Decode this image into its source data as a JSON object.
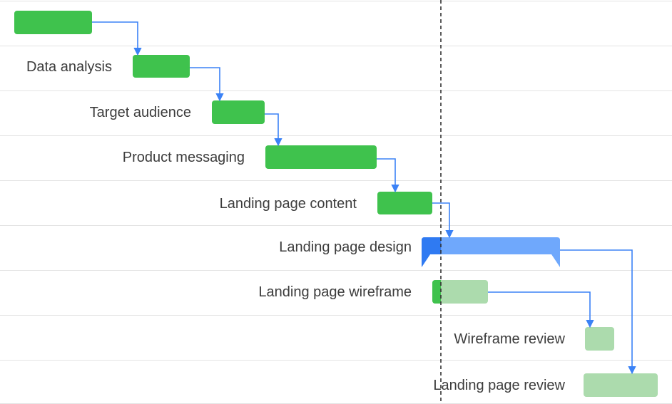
{
  "gantt": {
    "tasks": [
      {
        "id": "t0",
        "label": "",
        "status": "done"
      },
      {
        "id": "t1",
        "label": "Data analysis",
        "status": "done"
      },
      {
        "id": "t2",
        "label": "Target audience",
        "status": "done"
      },
      {
        "id": "t3",
        "label": "Product messaging",
        "status": "done"
      },
      {
        "id": "t4",
        "label": "Landing page content",
        "status": "done"
      },
      {
        "id": "t5",
        "label": "Landing page design",
        "status": "summary",
        "progress": 0.14
      },
      {
        "id": "t6",
        "label": "Landing page wireframe",
        "status": "in-progress",
        "progress": 0.15
      },
      {
        "id": "t7",
        "label": "Wireframe review",
        "status": "planned"
      },
      {
        "id": "t8",
        "label": "Landing page review",
        "status": "planned"
      }
    ],
    "dependencies": [
      [
        "t0",
        "t1"
      ],
      [
        "t1",
        "t2"
      ],
      [
        "t2",
        "t3"
      ],
      [
        "t3",
        "t4"
      ],
      [
        "t4",
        "t5"
      ],
      [
        "t6",
        "t7"
      ],
      [
        "t5",
        "t8"
      ]
    ],
    "today_marker": true,
    "colors": {
      "done": "#3fc24d",
      "planned": "#acdbad",
      "summary": "#6fa8fc",
      "summary_progress": "#2f7af2",
      "dependency_arrow": "#3b82f6",
      "today_line": "#333333",
      "grid_line": "#e3e3e3"
    }
  }
}
